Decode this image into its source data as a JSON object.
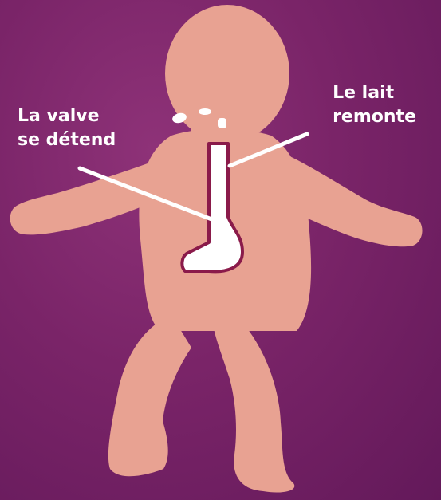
{
  "labels": {
    "valve": {
      "line1": "La valve",
      "line2": "se détend"
    },
    "milk": {
      "line1": "Le lait",
      "line2": "remonte"
    }
  },
  "colors": {
    "background": "#7a2468",
    "skin": "#e8a292",
    "organ_outline": "#8a1a4a",
    "organ_fill": "#ffffff",
    "text": "#ffffff"
  }
}
